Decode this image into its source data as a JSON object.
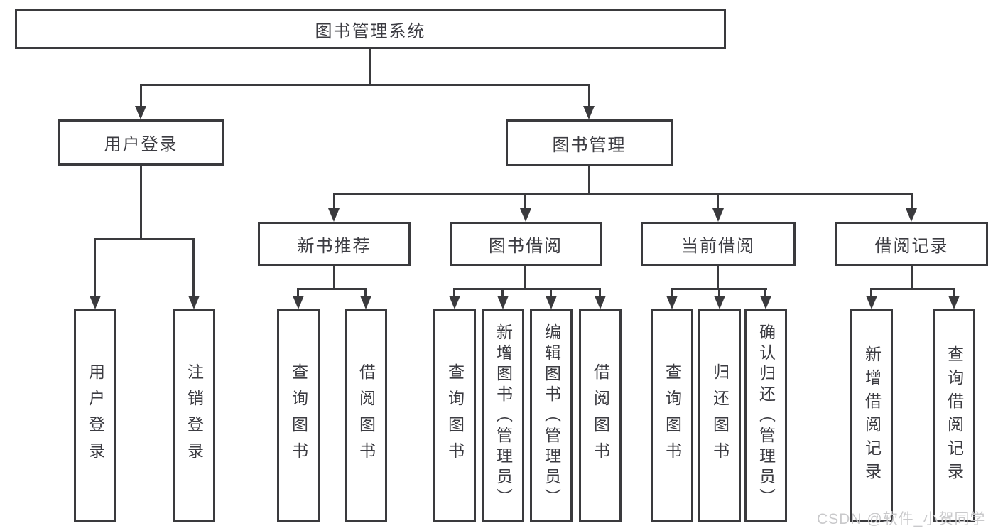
{
  "colors": {
    "line": "#3a3a3d",
    "text": "#3c3c42",
    "box-bg": "#ffffff",
    "page-bg": "#ffffff",
    "watermark": "#c9c9cb"
  },
  "watermark": {
    "text": "CSDN @软件_小贺同学"
  },
  "diagram": {
    "type": "hierarchy-tree",
    "root": {
      "label": "图书管理系统",
      "children": [
        {
          "label": "用户登录",
          "children": [
            {
              "label": "用户登录"
            },
            {
              "label": "注销登录"
            }
          ]
        },
        {
          "label": "图书管理",
          "children": [
            {
              "label": "新书推荐",
              "children": [
                {
                  "label": "查询图书"
                },
                {
                  "label": "借阅图书"
                }
              ]
            },
            {
              "label": "图书借阅",
              "children": [
                {
                  "label": "查询图书"
                },
                {
                  "label": "新增图书（管理员）"
                },
                {
                  "label": "编辑图书（管理员）"
                },
                {
                  "label": "借阅图书"
                }
              ]
            },
            {
              "label": "当前借阅",
              "children": [
                {
                  "label": "查询图书"
                },
                {
                  "label": "归还图书"
                },
                {
                  "label": "确认归还（管理员）"
                }
              ]
            },
            {
              "label": "借阅记录",
              "children": [
                {
                  "label": "新增借阅记录"
                },
                {
                  "label": "查询借阅记录"
                }
              ]
            }
          ]
        }
      ]
    }
  }
}
